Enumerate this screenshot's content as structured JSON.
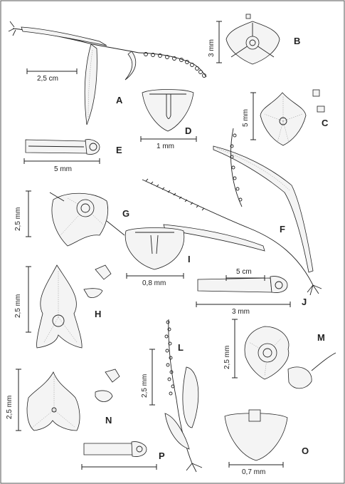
{
  "plate": {
    "panels": [
      "A",
      "B",
      "C",
      "D",
      "E",
      "F",
      "G",
      "H",
      "I",
      "J",
      "L",
      "M",
      "N",
      "O",
      "P"
    ],
    "scale_bars": {
      "A": "2,5 cm",
      "B": "3 mm",
      "C": "5 mm",
      "D": "1 mm",
      "E": "5 mm",
      "F": "5 cm",
      "G": "2,5 mm",
      "H": "2,5 mm",
      "I": "0,8 mm",
      "J": "3 mm",
      "L": "2,5 mm",
      "M": "2,5 mm",
      "N": "2,5 mm",
      "O": "0,7 mm"
    }
  }
}
